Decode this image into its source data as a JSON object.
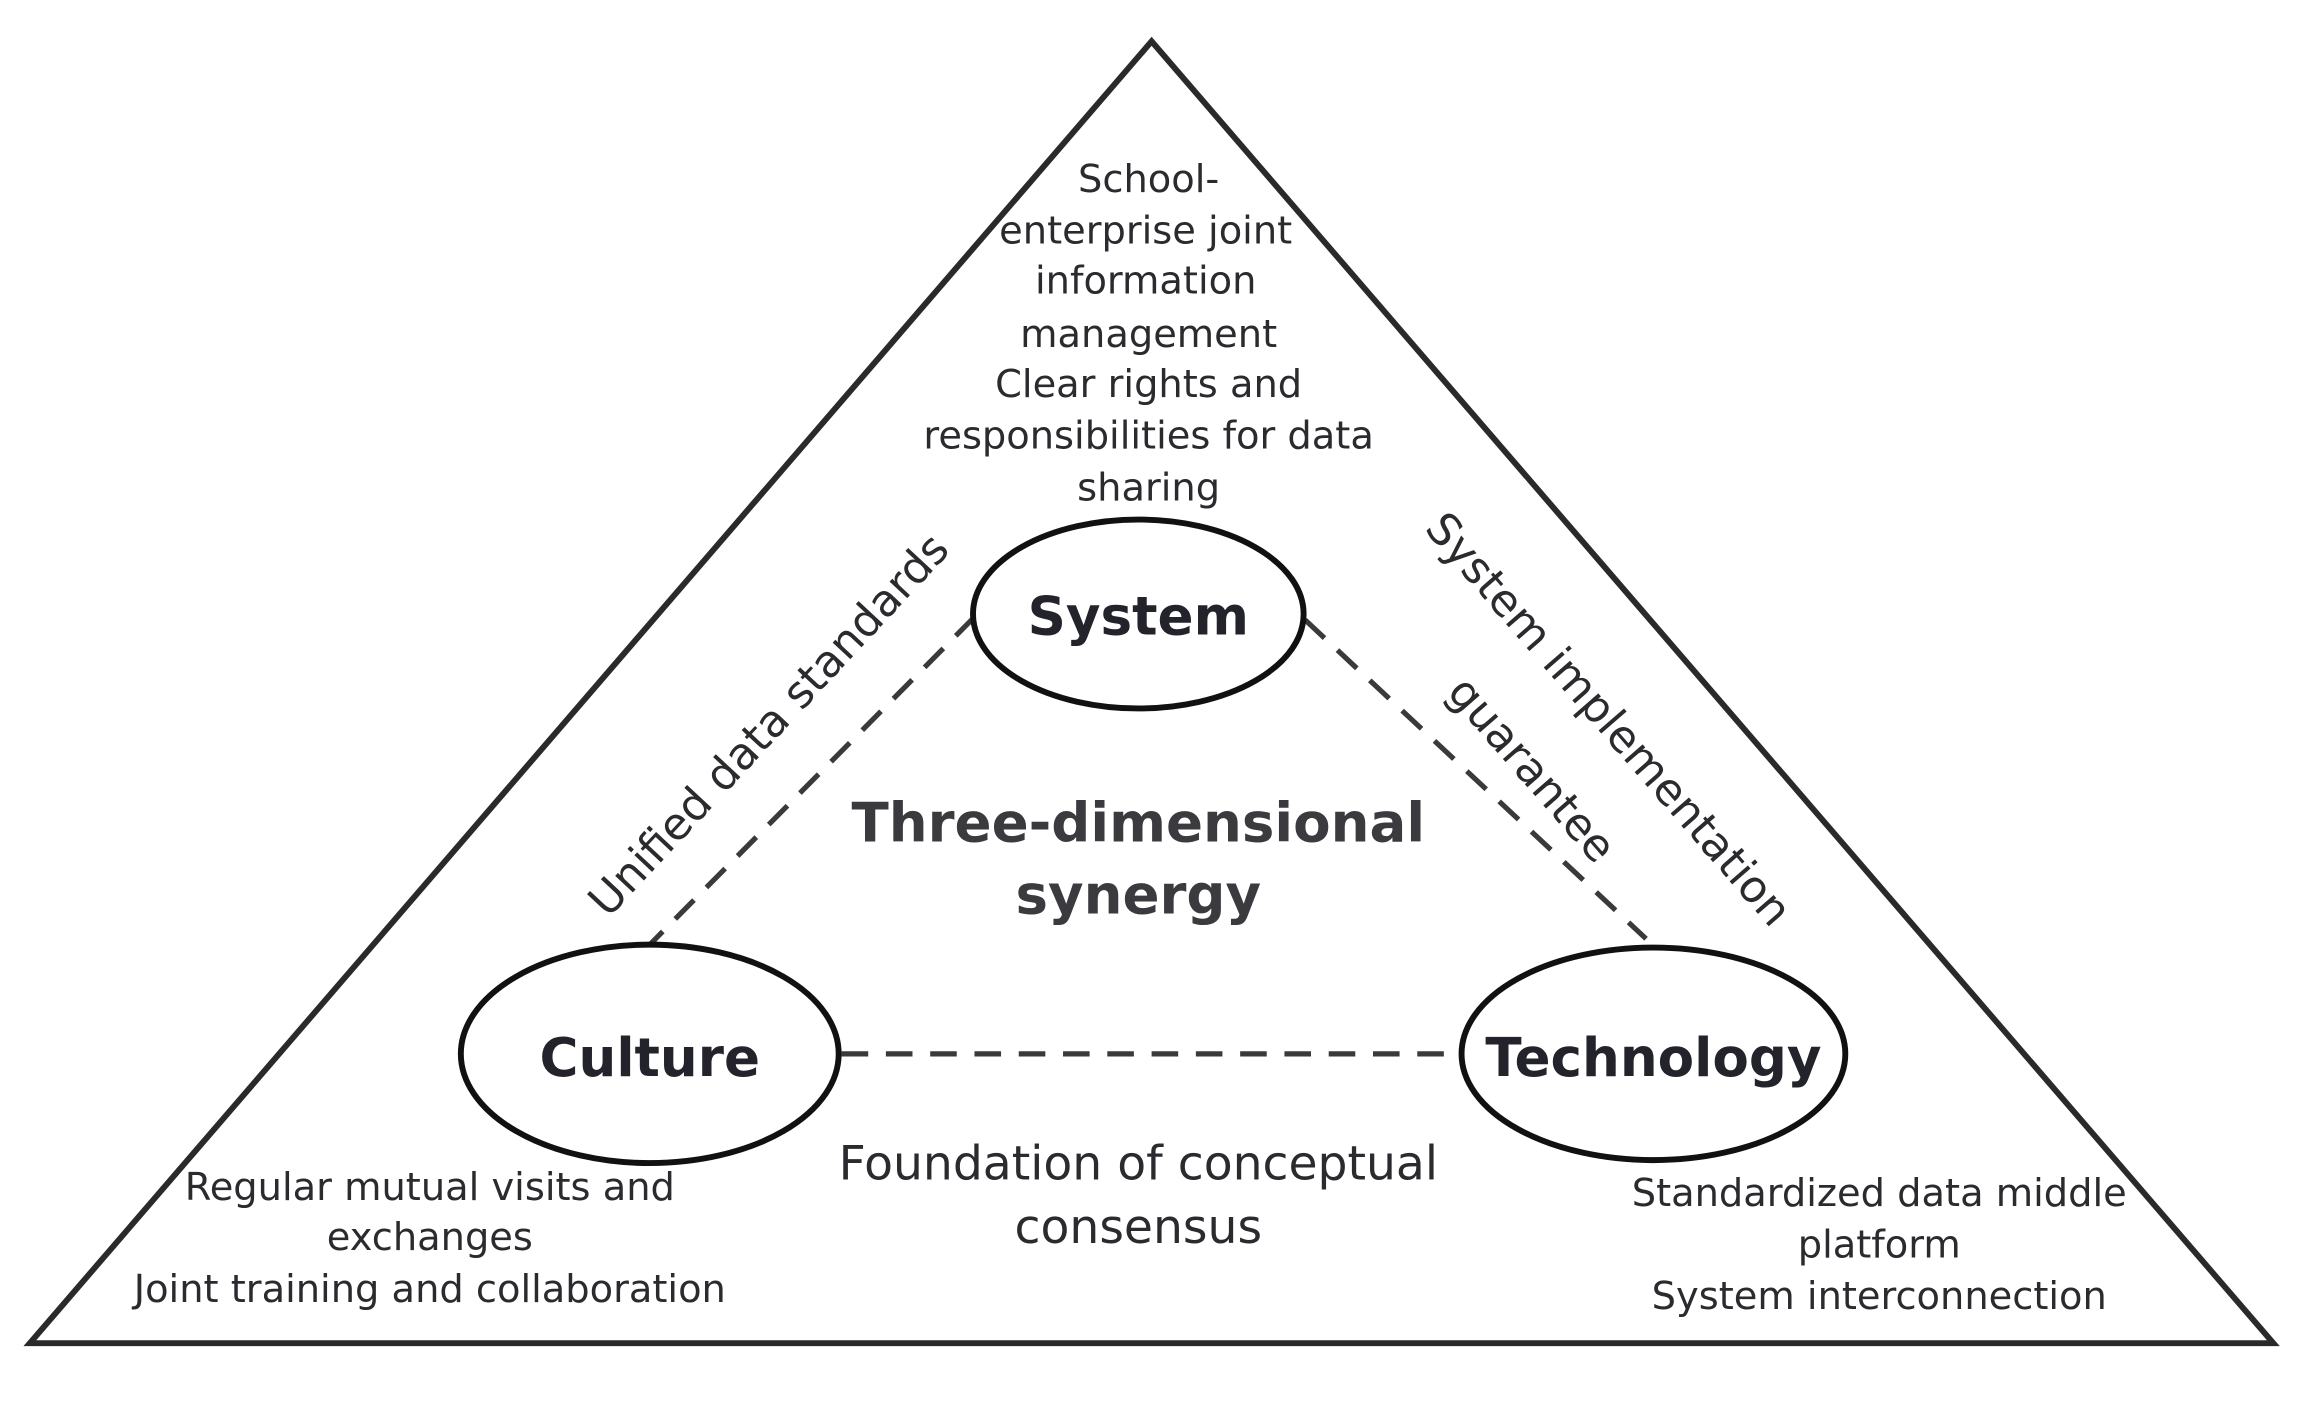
{
  "nodes": {
    "system": "System",
    "culture": "Culture",
    "technology": "Technology"
  },
  "center": [
    "Three-dimensional",
    "synergy"
  ],
  "top_block": [
    "School-",
    "enterprise joint",
    "information",
    "management",
    "Clear rights and",
    "responsibilities for data",
    "sharing"
  ],
  "left_edge": "Unified data standards",
  "right_edge": [
    "System implementation",
    "guarantee"
  ],
  "bottom_edge": [
    "Foundation of conceptual",
    "consensus"
  ],
  "bottom_left": [
    "Regular mutual visits and",
    "exchanges",
    "Joint training and collaboration"
  ],
  "bottom_right": [
    "Standardized data middle",
    "platform",
    "System interconnection"
  ]
}
